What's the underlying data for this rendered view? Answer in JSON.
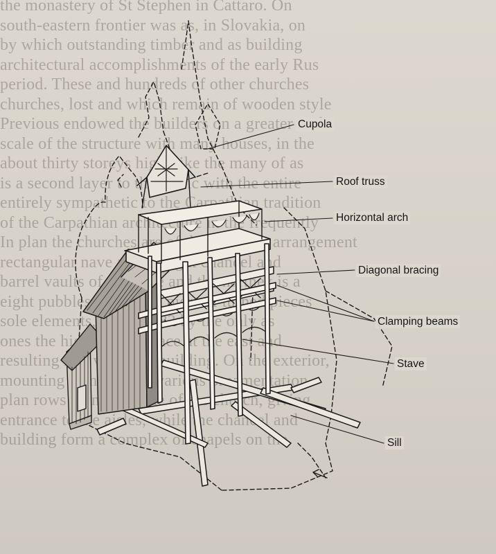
{
  "figure": {
    "labels": [
      {
        "id": "cupola",
        "text": "Cupola"
      },
      {
        "id": "roof-truss",
        "text": "Roof truss"
      },
      {
        "id": "horizontal-arch",
        "text": "Horizontal arch"
      },
      {
        "id": "diagonal-bracing",
        "text": "Diagonal bracing"
      },
      {
        "id": "clamping-beams",
        "text": "Clamping beams"
      },
      {
        "id": "stave",
        "text": "Stave"
      },
      {
        "id": "sill",
        "text": "Sill"
      }
    ]
  },
  "background_text": {
    "lines": [
      "the monastery of St Stephen in Cattaro. On",
      "south-eastern frontier was as, in Slovakia, on",
      "by which outstanding timber and as building",
      "architectural accomplishments of the early Rus",
      "period. These and hundreds of other churches",
      "churches, lost and which remain of wooden style",
      "Previous endowed the builders on a greater scale",
      "scale of the structure with many houses, in the",
      "about thirty storeys high; like the many of as",
      "is a second layer to the fabric with the entire",
      "entirely sympathetic to the Carpathian tradition",
      "of the Carpathian architecture in the frequently",
      "In plan the churches are of the tripartite arrangement",
      "rectangular nave and straight chancel and",
      "barrel vaults of the nave and the narthex is a",
      "eight pubbles, while the piers of turned pieces",
      "sole elements, the pole 83 by the only as",
      "ones the high square space at the east and",
      "resulting in a very fine building. On the exterior,",
      "mounting shingles has various ornamentation",
      "plan rows along the side of the church, giving",
      "entrance to the aisles, while the chancel and",
      "building form a complex of chapels on the"
    ]
  }
}
